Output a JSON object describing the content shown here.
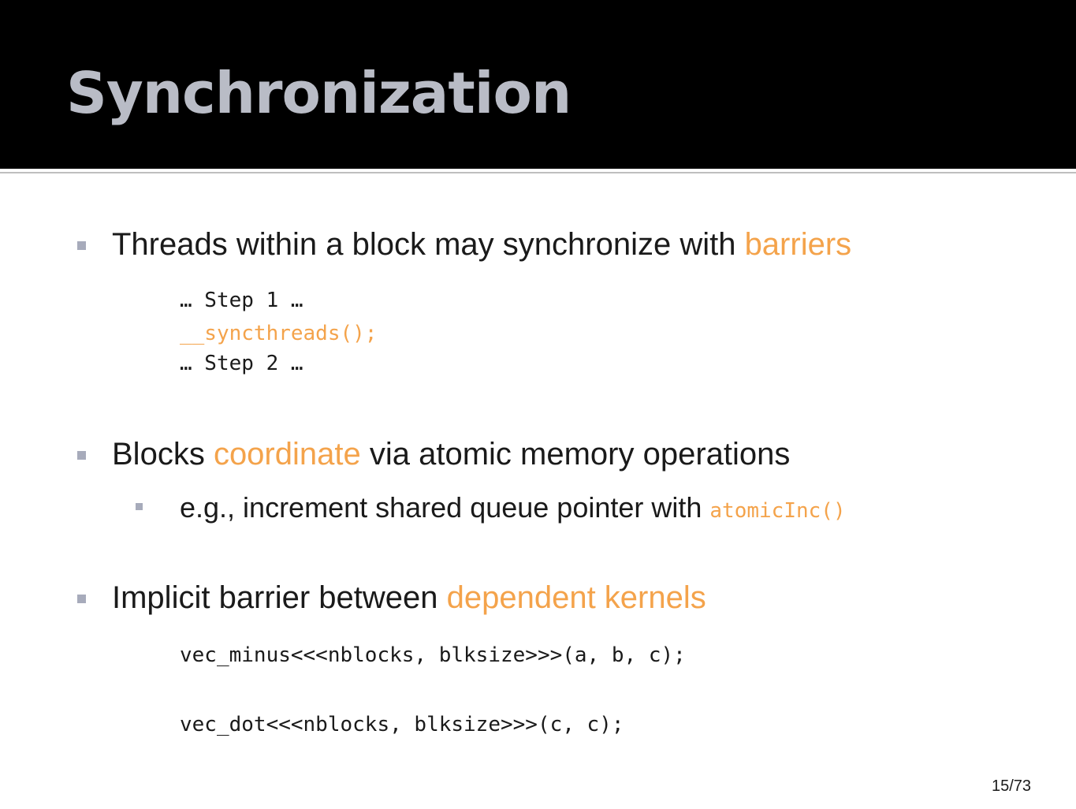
{
  "slide": {
    "title": "Synchronization",
    "bullets": [
      {
        "pre": "Threads within a block may synchronize with ",
        "highlight": "barriers",
        "post": ""
      },
      {
        "pre": "Blocks ",
        "highlight": "coordinate",
        "post": " via atomic memory operations"
      },
      {
        "pre": "Implicit barrier between ",
        "highlight": "dependent kernels",
        "post": ""
      }
    ],
    "code_block_1": [
      "… Step 1 …",
      "__syncthreads();",
      "… Step 2 …"
    ],
    "sub_bullet": {
      "pre": "e.g., increment shared queue pointer with ",
      "code": "atomicInc()"
    },
    "code_block_2": [
      "vec_minus<<<nblocks, blksize>>>(a, b, c);",
      "vec_dot<<<nblocks, blksize>>>(c, c);"
    ],
    "page_number": "15/73"
  },
  "colors": {
    "background_header": "#000000",
    "title": "#b9bcc6",
    "highlight": "#f4a34b",
    "bullet_marker": "#a7abbb",
    "dash_separator": "#8a8fa6"
  }
}
